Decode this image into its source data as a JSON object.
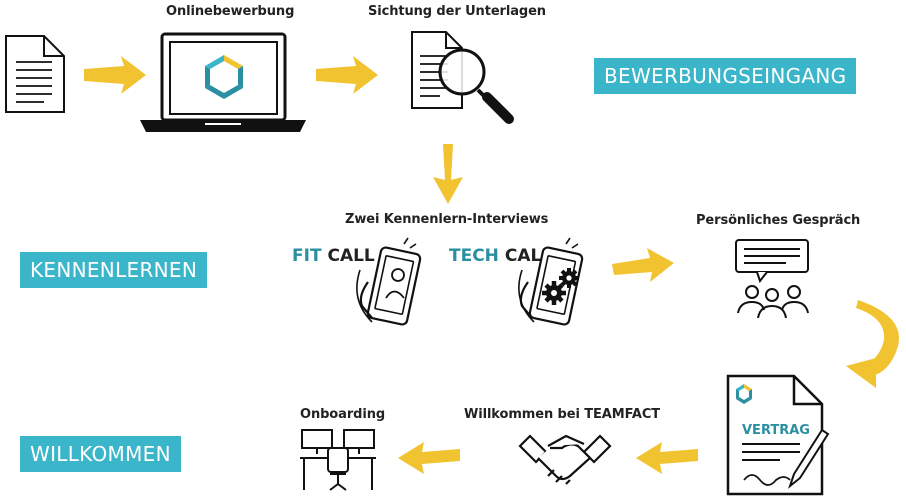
{
  "steps": {
    "online": "Onlinebewerbung",
    "review": "Sichtung der Unterlagen",
    "interviews": "Zwei Kennenlern-Interviews",
    "personal": "Persönliches Gespräch",
    "welcome": "Willkommen bei TEAMFACT",
    "onboarding": "Onboarding"
  },
  "phases": {
    "intake": "BEWERBUNGSEINGANG",
    "meet": "KENNENLERNEN",
    "welcome": "WILLKOMMEN"
  },
  "calls": {
    "fit_highlight": "FIT",
    "fit_rest": "CALL",
    "tech_highlight": "TECH",
    "tech_rest": "CALL"
  },
  "contract": {
    "label": "VERTRAG"
  },
  "colors": {
    "accent": "#3bb5c9",
    "arrow": "#f2c331",
    "text_highlight": "#2a8fa0",
    "logo_teal": "#2a8fa0",
    "logo_yellow": "#f2c331"
  }
}
